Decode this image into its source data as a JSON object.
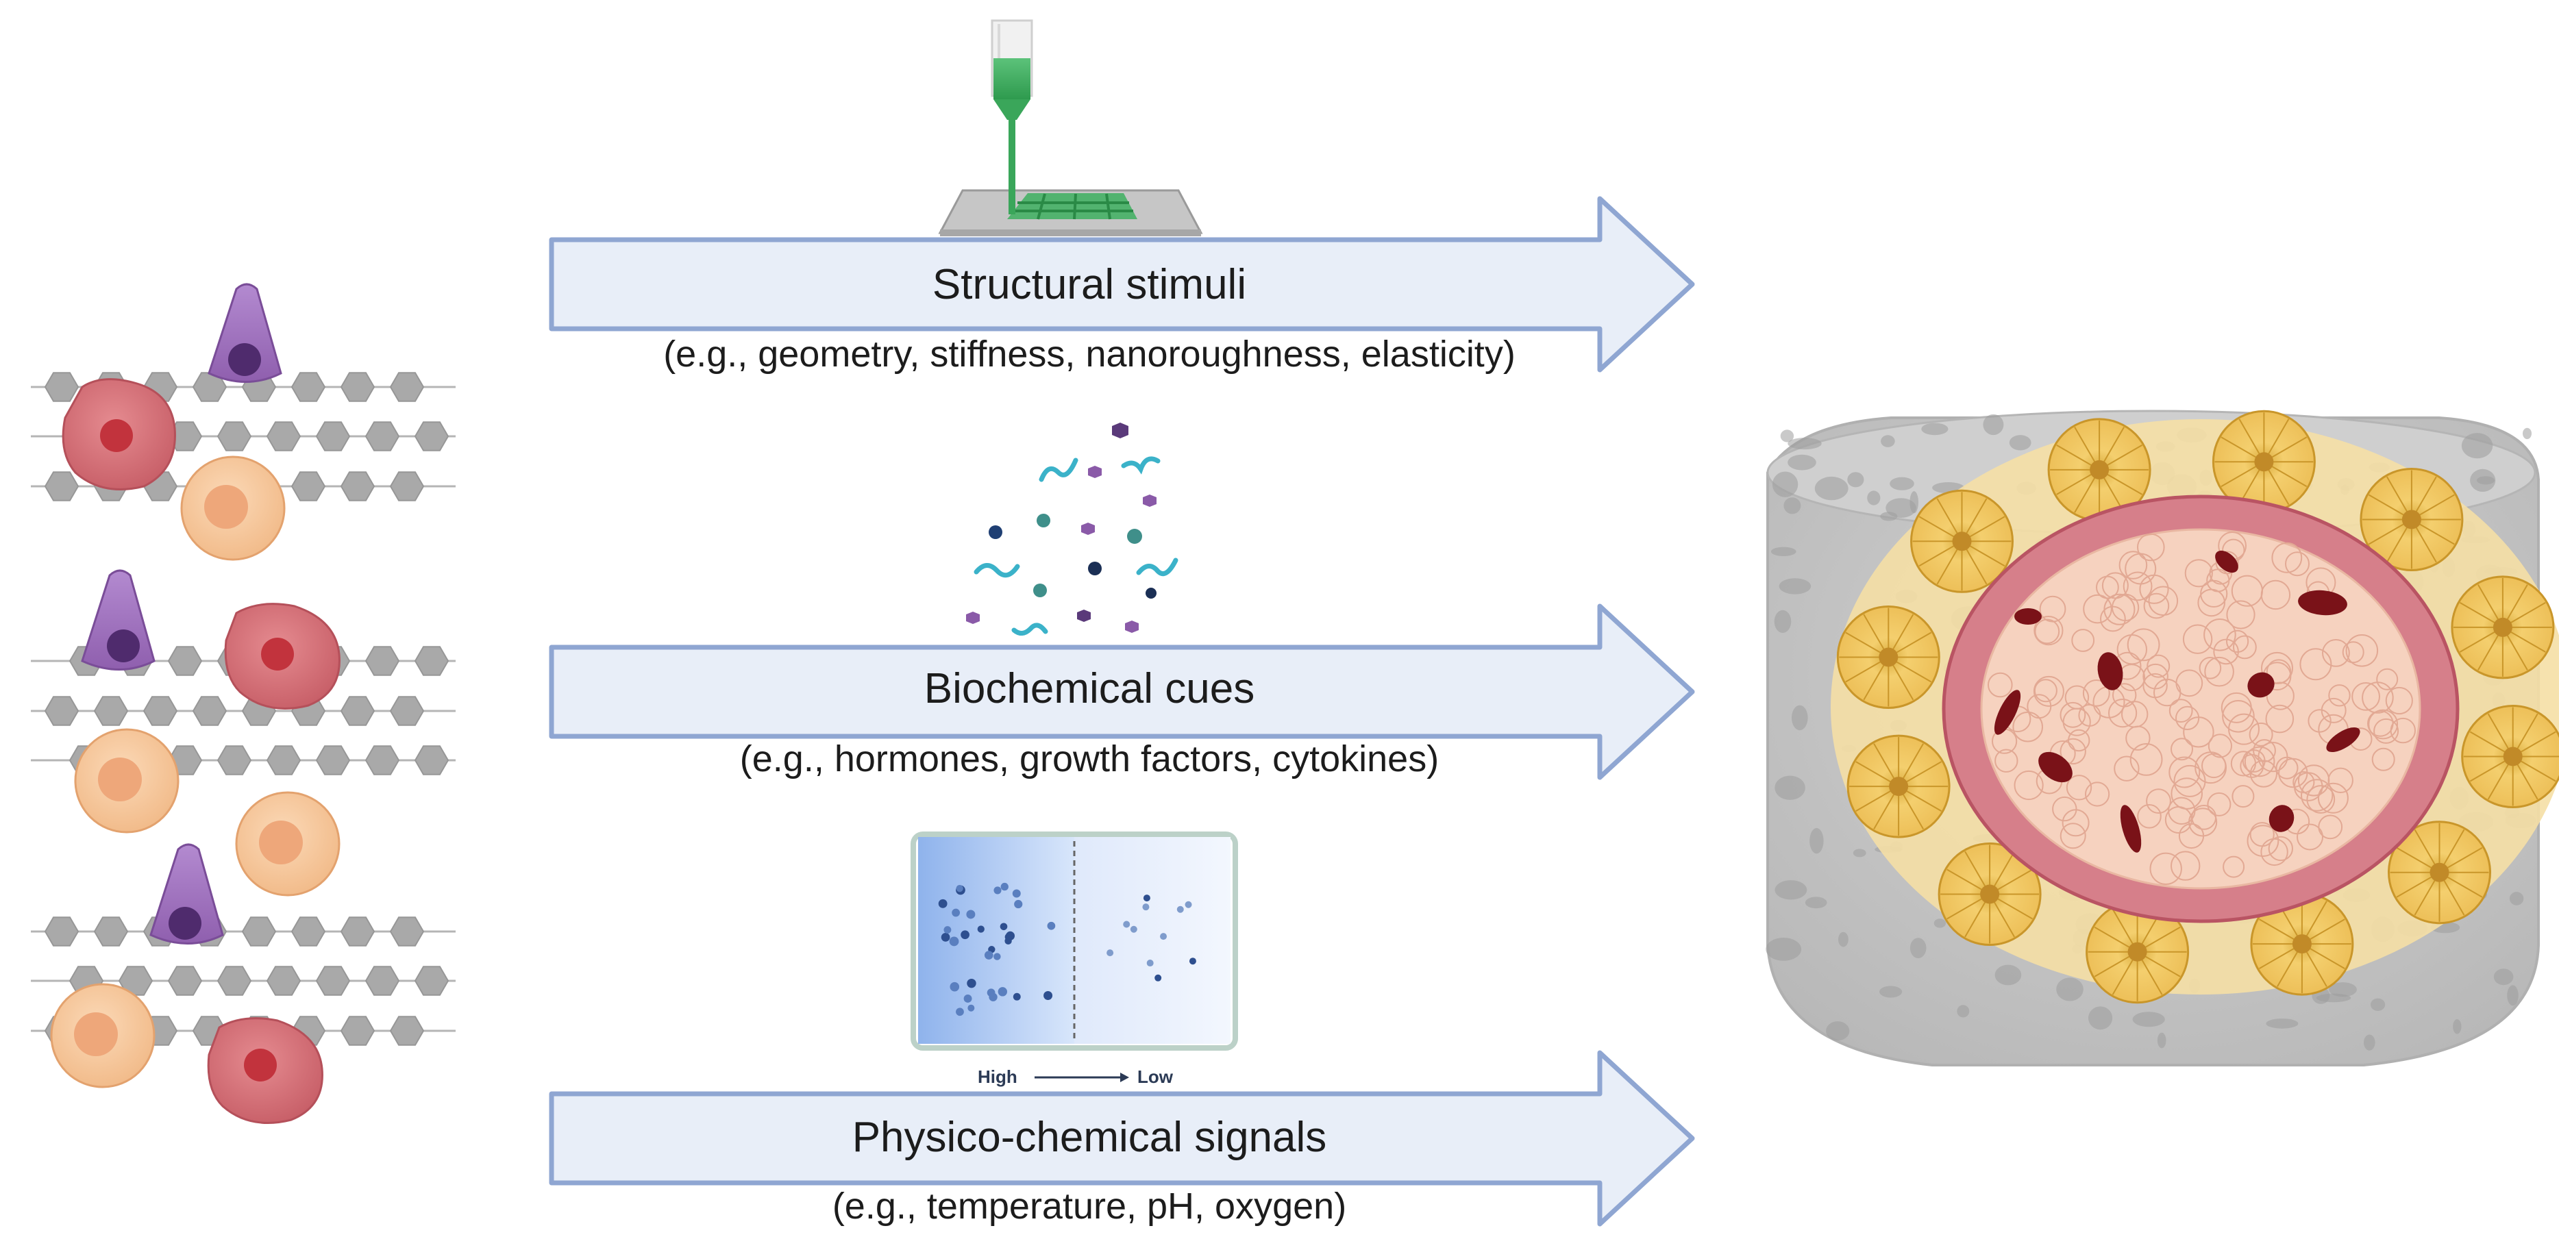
{
  "arrows": [
    {
      "title": "Structural stimuli",
      "subtitle": "(e.g., geometry, stiffness, nanoroughness, elasticity)"
    },
    {
      "title": "Biochemical cues",
      "subtitle": "(e.g., hormones, growth factors, cytokines)"
    },
    {
      "title": "Physico-chemical signals",
      "subtitle": "(e.g., temperature, pH, oxygen)"
    }
  ],
  "gradient": {
    "high_label": "High",
    "low_label": "Low"
  },
  "colors": {
    "arrow_fill": "#e8eef8",
    "arrow_stroke": "#8fa6d2",
    "scaffold_grey": "#a9a9a9",
    "cell_red": "#d9727a",
    "cell_peach": "#f6c9a0",
    "cell_purple": "#9b6ab8",
    "ink_green": "#3aa65a",
    "follicle_yellow": "#eec35c",
    "tissue_pink": "#f3c9b5",
    "vessel_darkred": "#7a1218"
  },
  "icons": [
    "bioprinter-nozzle-icon",
    "molecules-icon",
    "diffusion-chamber-icon",
    "cell-scaffold-icon",
    "engineered-tissue-icon"
  ]
}
